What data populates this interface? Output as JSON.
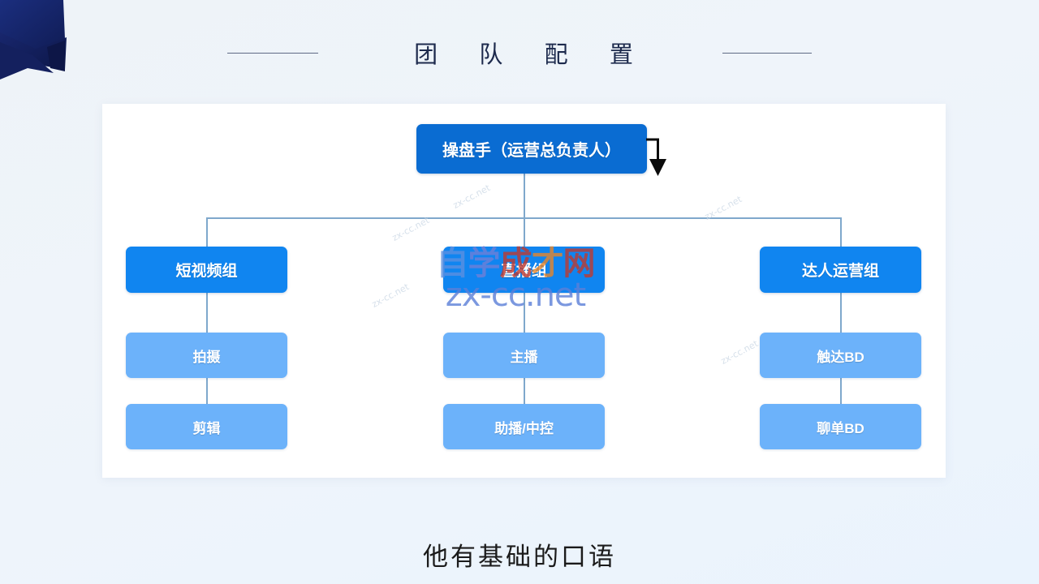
{
  "slide": {
    "title": "团 队 配 置",
    "caption": "他有基础的口语",
    "decoration": "navy-ribbon-corner"
  },
  "colors": {
    "background": "#eef3f8",
    "card": "#ffffff",
    "root_node": "#0a6cd2",
    "level2_node": "#1085f0",
    "level3_node": "#6cb2fa",
    "connector": "#7fa8cc",
    "title_text": "#1d2a4d",
    "caption_text": "#1b1b1b",
    "ribbon": "#16256b"
  },
  "chart_data": {
    "type": "diagram",
    "title": "团 队 配 置",
    "root": {
      "id": "root",
      "label": "操盘手（运营总负责人）",
      "level": 1
    },
    "branches": [
      {
        "id": "short-video",
        "label": "短视频组",
        "level": 2,
        "children": [
          {
            "id": "filming",
            "label": "拍摄",
            "level": 3
          },
          {
            "id": "editing",
            "label": "剪辑",
            "level": 3
          }
        ]
      },
      {
        "id": "live-stream",
        "label": "直播组",
        "level": 2,
        "children": [
          {
            "id": "anchor",
            "label": "主播",
            "level": 3
          },
          {
            "id": "assistant",
            "label": "助播/中控",
            "level": 3
          }
        ]
      },
      {
        "id": "influencer-ops",
        "label": "达人运营组",
        "level": 2,
        "children": [
          {
            "id": "reach-bd",
            "label": "触达BD",
            "level": 3
          },
          {
            "id": "chat-bd",
            "label": "聊单BD",
            "level": 3
          }
        ]
      }
    ]
  },
  "annotation": {
    "arrow": "down-arrow-pointer"
  },
  "watermark": {
    "cn_chars": [
      "自",
      "学",
      "成",
      "才",
      "网"
    ],
    "cn_colors": [
      "#5b8fe0",
      "#6f7fd8",
      "#c0392f",
      "#e8862a",
      "#c0392f"
    ],
    "url": "zx-cc.net",
    "url_colors": [
      "#5b8fe0",
      "#5b8fe0",
      "#7a6fd0",
      "#7a6fd0",
      "#7a6fd0",
      "#c84a4a",
      "#5b8fe0",
      "#5b8fe0",
      "#5b8fe0"
    ],
    "faint": [
      "zx-cc.net",
      "zx-cc.net",
      "zx-cc.net",
      "zx-cc.net",
      "zx-cc.net",
      "zx-cc.net"
    ]
  }
}
